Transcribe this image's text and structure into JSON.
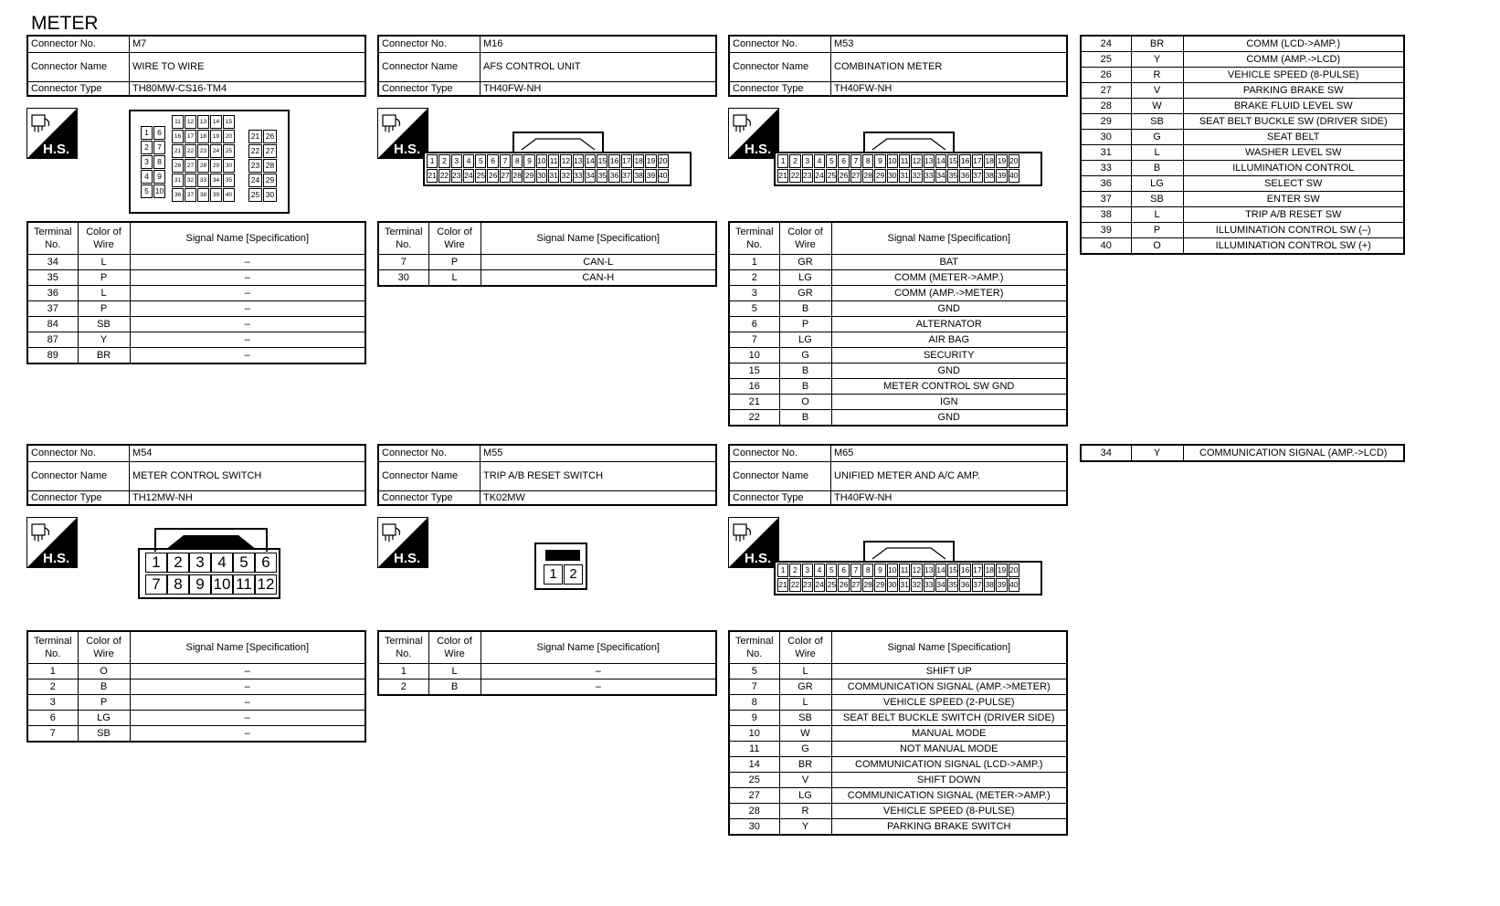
{
  "page_title": "METER",
  "labels": {
    "connector_no": "Connector No.",
    "connector_name": "Connector Name",
    "connector_type": "Connector Type",
    "terminal_no": "Terminal No.",
    "color_of_wire": "Color of Wire",
    "signal_name": "Signal Name [Specification]",
    "hs_badge": "H.S."
  },
  "connectors": {
    "m7": {
      "no": "M7",
      "name": "WIRE TO WIRE",
      "type": "TH80MW-CS16-TM4",
      "pins_left": [
        "1",
        "6",
        "2",
        "7",
        "3",
        "8",
        "4",
        "9",
        "5",
        "10"
      ],
      "pins_mid": [
        "11",
        "12",
        "13",
        "14",
        "15",
        "16",
        "17",
        "18",
        "19",
        "20",
        "21",
        "22",
        "23",
        "24",
        "25",
        "26",
        "27",
        "28",
        "29",
        "30",
        "31",
        "32",
        "33",
        "34",
        "35",
        "36",
        "37",
        "38",
        "39",
        "40"
      ],
      "pins_right": [
        "21",
        "26",
        "22",
        "27",
        "23",
        "28",
        "24",
        "29",
        "25",
        "30"
      ],
      "rows": [
        {
          "t": "34",
          "c": "L",
          "s": "–"
        },
        {
          "t": "35",
          "c": "P",
          "s": "–"
        },
        {
          "t": "36",
          "c": "L",
          "s": "–"
        },
        {
          "t": "37",
          "c": "P",
          "s": "–"
        },
        {
          "t": "84",
          "c": "SB",
          "s": "–"
        },
        {
          "t": "87",
          "c": "Y",
          "s": "–"
        },
        {
          "t": "89",
          "c": "BR",
          "s": "–"
        }
      ]
    },
    "m16": {
      "no": "M16",
      "name": "AFS CONTROL UNIT",
      "type": "TH40FW-NH",
      "rows": [
        {
          "t": "7",
          "c": "P",
          "s": "CAN-L"
        },
        {
          "t": "30",
          "c": "L",
          "s": "CAN-H"
        }
      ]
    },
    "m53": {
      "no": "M53",
      "name": "COMBINATION METER",
      "type": "TH40FW-NH",
      "rows": [
        {
          "t": "1",
          "c": "GR",
          "s": "BAT"
        },
        {
          "t": "2",
          "c": "LG",
          "s": "COMM (METER->AMP.)"
        },
        {
          "t": "3",
          "c": "GR",
          "s": "COMM (AMP.->METER)"
        },
        {
          "t": "5",
          "c": "B",
          "s": "GND"
        },
        {
          "t": "6",
          "c": "P",
          "s": "ALTERNATOR"
        },
        {
          "t": "7",
          "c": "LG",
          "s": "AIR BAG"
        },
        {
          "t": "10",
          "c": "G",
          "s": "SECURITY"
        },
        {
          "t": "15",
          "c": "B",
          "s": "GND"
        },
        {
          "t": "16",
          "c": "B",
          "s": "METER CONTROL SW GND"
        },
        {
          "t": "21",
          "c": "O",
          "s": "IGN"
        },
        {
          "t": "22",
          "c": "B",
          "s": "GND"
        }
      ],
      "cont_rows": [
        {
          "t": "24",
          "c": "BR",
          "s": "COMM (LCD->AMP.)"
        },
        {
          "t": "25",
          "c": "Y",
          "s": "COMM (AMP.->LCD)"
        },
        {
          "t": "26",
          "c": "R",
          "s": "VEHICLE SPEED (8-PULSE)"
        },
        {
          "t": "27",
          "c": "V",
          "s": "PARKING BRAKE SW"
        },
        {
          "t": "28",
          "c": "W",
          "s": "BRAKE FLUID LEVEL SW"
        },
        {
          "t": "29",
          "c": "SB",
          "s": "SEAT BELT BUCKLE SW (DRIVER SIDE)"
        },
        {
          "t": "30",
          "c": "G",
          "s": "SEAT BELT"
        },
        {
          "t": "31",
          "c": "L",
          "s": "WASHER LEVEL SW"
        },
        {
          "t": "33",
          "c": "B",
          "s": "ILLUMINATION CONTROL"
        },
        {
          "t": "36",
          "c": "LG",
          "s": "SELECT SW"
        },
        {
          "t": "37",
          "c": "SB",
          "s": "ENTER SW"
        },
        {
          "t": "38",
          "c": "L",
          "s": "TRIP A/B RESET SW"
        },
        {
          "t": "39",
          "c": "P",
          "s": "ILLUMINATION CONTROL SW (–)"
        },
        {
          "t": "40",
          "c": "O",
          "s": "ILLUMINATION CONTROL SW (+)"
        }
      ]
    },
    "m54": {
      "no": "M54",
      "name": "METER CONTROL SWITCH",
      "type": "TH12MW-NH",
      "pins": [
        "1",
        "2",
        "3",
        "4",
        "5",
        "6",
        "7",
        "8",
        "9",
        "10",
        "11",
        "12"
      ],
      "rows": [
        {
          "t": "1",
          "c": "O",
          "s": "–"
        },
        {
          "t": "2",
          "c": "B",
          "s": "–"
        },
        {
          "t": "3",
          "c": "P",
          "s": "–"
        },
        {
          "t": "6",
          "c": "LG",
          "s": "–"
        },
        {
          "t": "7",
          "c": "SB",
          "s": "–"
        }
      ]
    },
    "m55": {
      "no": "M55",
      "name": "TRIP A/B RESET SWITCH",
      "type": "TK02MW",
      "pins": [
        "1",
        "2"
      ],
      "rows": [
        {
          "t": "1",
          "c": "L",
          "s": "–"
        },
        {
          "t": "2",
          "c": "B",
          "s": "–"
        }
      ]
    },
    "m65": {
      "no": "M65",
      "name": "UNIFIED METER AND A/C AMP.",
      "type": "TH40FW-NH",
      "rows": [
        {
          "t": "5",
          "c": "L",
          "s": "SHIFT UP"
        },
        {
          "t": "7",
          "c": "GR",
          "s": "COMMUNICATION SIGNAL (AMP.->METER)"
        },
        {
          "t": "8",
          "c": "L",
          "s": "VEHICLE SPEED (2-PULSE)"
        },
        {
          "t": "9",
          "c": "SB",
          "s": "SEAT BELT BUCKLE SWITCH (DRIVER SIDE)"
        },
        {
          "t": "10",
          "c": "W",
          "s": "MANUAL MODE"
        },
        {
          "t": "11",
          "c": "G",
          "s": "NOT MANUAL MODE"
        },
        {
          "t": "14",
          "c": "BR",
          "s": "COMMUNICATION SIGNAL (LCD->AMP.)"
        },
        {
          "t": "25",
          "c": "V",
          "s": "SHIFT DOWN"
        },
        {
          "t": "27",
          "c": "LG",
          "s": "COMMUNICATION SIGNAL (METER->AMP.)"
        },
        {
          "t": "28",
          "c": "R",
          "s": "VEHICLE SPEED (8-PULSE)"
        },
        {
          "t": "30",
          "c": "Y",
          "s": "PARKING BRAKE SWITCH"
        }
      ],
      "cont_rows": [
        {
          "t": "34",
          "c": "Y",
          "s": "COMMUNICATION SIGNAL (AMP.->LCD)"
        }
      ]
    }
  },
  "pins_40": [
    "1",
    "2",
    "3",
    "4",
    "5",
    "6",
    "7",
    "8",
    "9",
    "10",
    "11",
    "12",
    "13",
    "14",
    "15",
    "16",
    "17",
    "18",
    "19",
    "20",
    "21",
    "22",
    "23",
    "24",
    "25",
    "26",
    "27",
    "28",
    "29",
    "30",
    "31",
    "32",
    "33",
    "34",
    "35",
    "36",
    "37",
    "38",
    "39",
    "40"
  ]
}
